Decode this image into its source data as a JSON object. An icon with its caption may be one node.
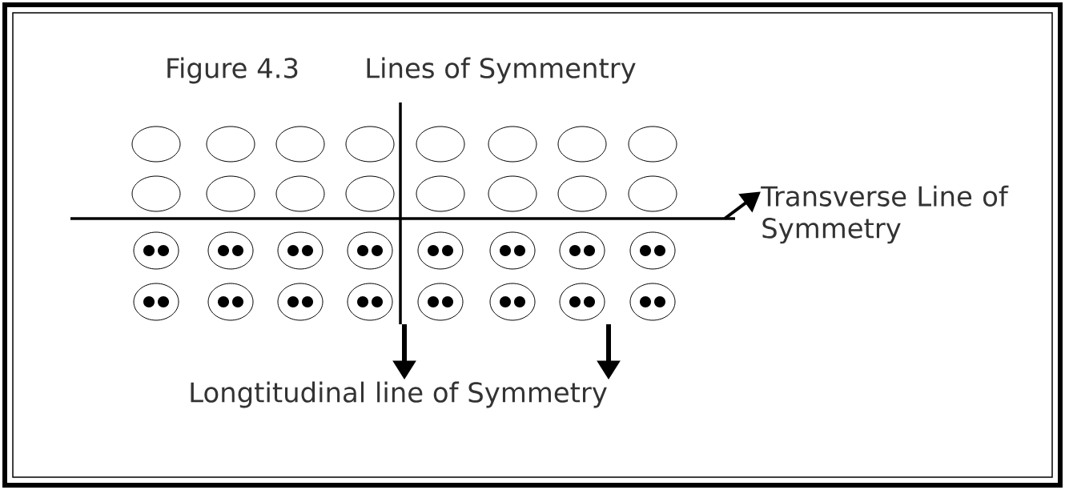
{
  "diagram": {
    "nodes": [
      {
        "text": [
          "Transverse Line of Symmetry"
        ]
      },
      {
        "text": [
          "Longtitudinal line of Symmetry"
        ]
      }
    ],
    "edges": [
      {
        "from": null,
        "to": 0,
        "arrow": "to"
      },
      {
        "from": null,
        "to": 1,
        "arrow": "to"
      },
      {
        "from": null,
        "to": 1,
        "arrow": "to"
      }
    ],
    "labels": [
      "Figure 4.3",
      "Lines of Symmentry"
    ]
  }
}
